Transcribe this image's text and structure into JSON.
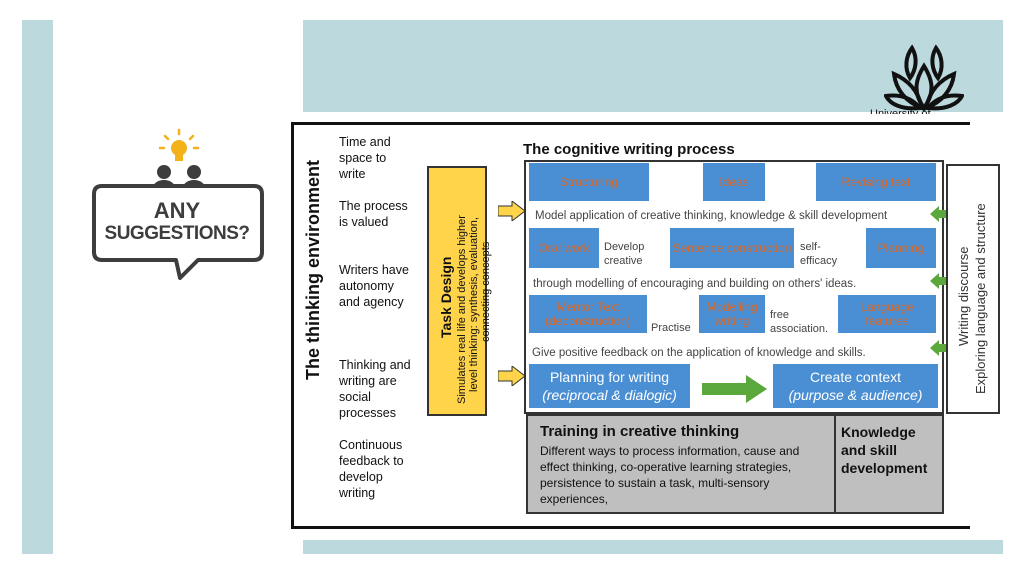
{
  "badge": {
    "line1": "ANY",
    "line2": "SUGGESTIONS?"
  },
  "logo": {
    "partial_text": "University of"
  },
  "environment": {
    "title": "The thinking environment",
    "items": [
      "Time and space to write",
      "The process is valued",
      "Writers have autonomy and agency",
      "Thinking and writing are social processes",
      "Continuous feedback to develop writing"
    ]
  },
  "task_design": {
    "title": "Task Design",
    "line1": "Simulates real life and develops higher",
    "line2": "level thinking: synthesis, evaluation,",
    "line3": "connecting concepts"
  },
  "process": {
    "title": "The cognitive writing process",
    "row1": [
      "Structuring",
      "Ideas",
      "Revising text"
    ],
    "model_line": "Model application of creative thinking, knowledge & skill development",
    "row2": {
      "oral": "Oral work",
      "develop": "Develop creative",
      "sentence": "Sentence construction",
      "self": "self-efficacy",
      "planning": "Planning"
    },
    "modelling_line": "through modelling of encouraging and building on others' ideas.",
    "row3": {
      "mentor": "Mentor Text (deconstruction)",
      "practise": "Practise",
      "modelling": "Modelling writing",
      "free": "free association.",
      "language": "Language features"
    },
    "feedback_line": "Give positive feedback on the application of knowledge and skills.",
    "planning_box": {
      "line1": "Planning for writing",
      "line2": "(reciprocal & dialogic)"
    },
    "context_box": {
      "line1": "Create context",
      "line2": "(purpose & audience)"
    }
  },
  "discourse": {
    "line1": "Writing discourse",
    "line2": "Exploring language and structure"
  },
  "training": {
    "title": "Training in creative thinking",
    "body": "Different ways to process information, cause and effect thinking, co-operative learning strategies, persistence to sustain a task, multi-sensory experiences,"
  },
  "knowledge": {
    "title": "Knowledge and skill development"
  },
  "colors": {
    "band": "#bcd9de",
    "box_blue": "#4a8fd4",
    "box_text_orange": "#d86a2a",
    "task_yellow": "#ffd44a",
    "arrow_green": "#5aa83c",
    "training_gray": "#bfbfbf",
    "badge_dark": "#3d3d3d",
    "bulb_yellow": "#f2b21a"
  }
}
